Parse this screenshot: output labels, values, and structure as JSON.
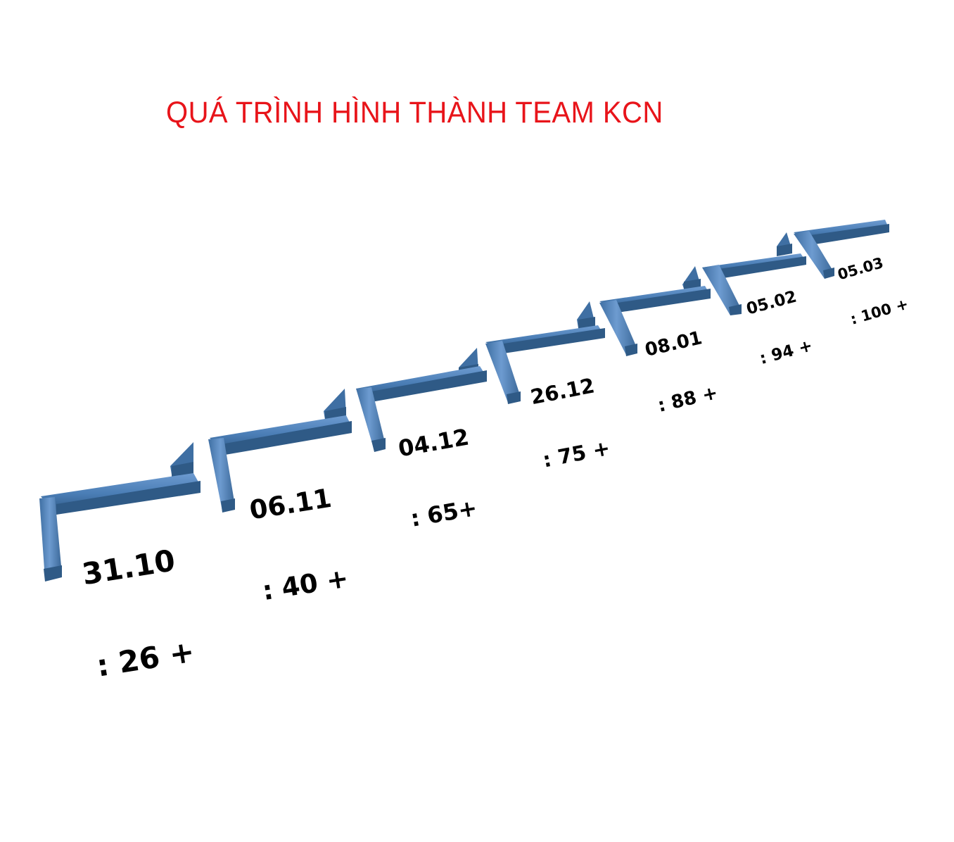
{
  "title": "QUÁ TRÌNH HÌNH THÀNH TEAM KCN",
  "colors": {
    "title": "#e8141a",
    "step_face": "#4a7db5",
    "step_shadow": "#2f5a86",
    "step_highlight": "#6d9bd0",
    "text": "#000000"
  },
  "steps": [
    {
      "date": "31.10",
      "count": ": 26 +"
    },
    {
      "date": "06.11",
      "count": ": 40 +"
    },
    {
      "date": "04.12",
      "count": ": 65+"
    },
    {
      "date": "26.12",
      "count": ": 75 +"
    },
    {
      "date": "08.01",
      "count": ": 88 +"
    },
    {
      "date": "05.02",
      "count": ": 94 +"
    },
    {
      "date": "05.03",
      "count": ": 100 +"
    }
  ]
}
